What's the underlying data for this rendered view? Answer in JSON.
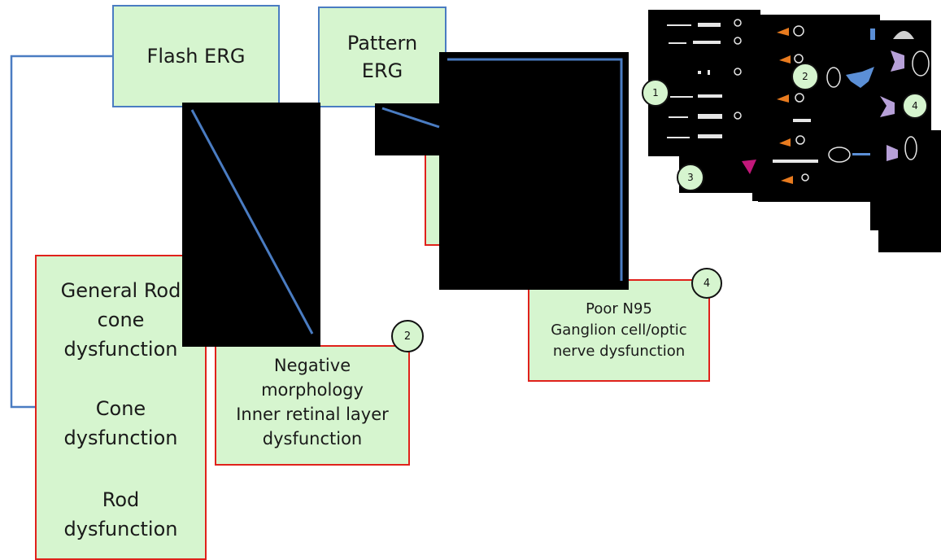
{
  "colors": {
    "box_fill": "#d6f5cf",
    "blue_border": "#4a7cc2",
    "red_border": "#e0211b",
    "connector": "#4a7cc2",
    "occluder": "#000000"
  },
  "flash_erg": {
    "title": "Flash ERG"
  },
  "pattern_erg": {
    "line1": "Pattern",
    "line2": "ERG"
  },
  "general_box": {
    "p1": [
      "General Rod",
      "cone",
      "dysfunction"
    ],
    "p2": [
      "Cone",
      "dysfunction"
    ],
    "p3": [
      "Rod",
      "dysfunction"
    ]
  },
  "negative_box": {
    "lines": [
      "Negative",
      "morphology",
      "Inner retinal layer",
      "dysfunction"
    ],
    "badge": "2"
  },
  "n95_box": {
    "lines": [
      "Poor N95",
      "Ganglion cell/optic",
      "nerve dysfunction"
    ],
    "badge": "4"
  },
  "inset": {
    "badges": [
      "1",
      "2",
      "3",
      "4"
    ]
  }
}
